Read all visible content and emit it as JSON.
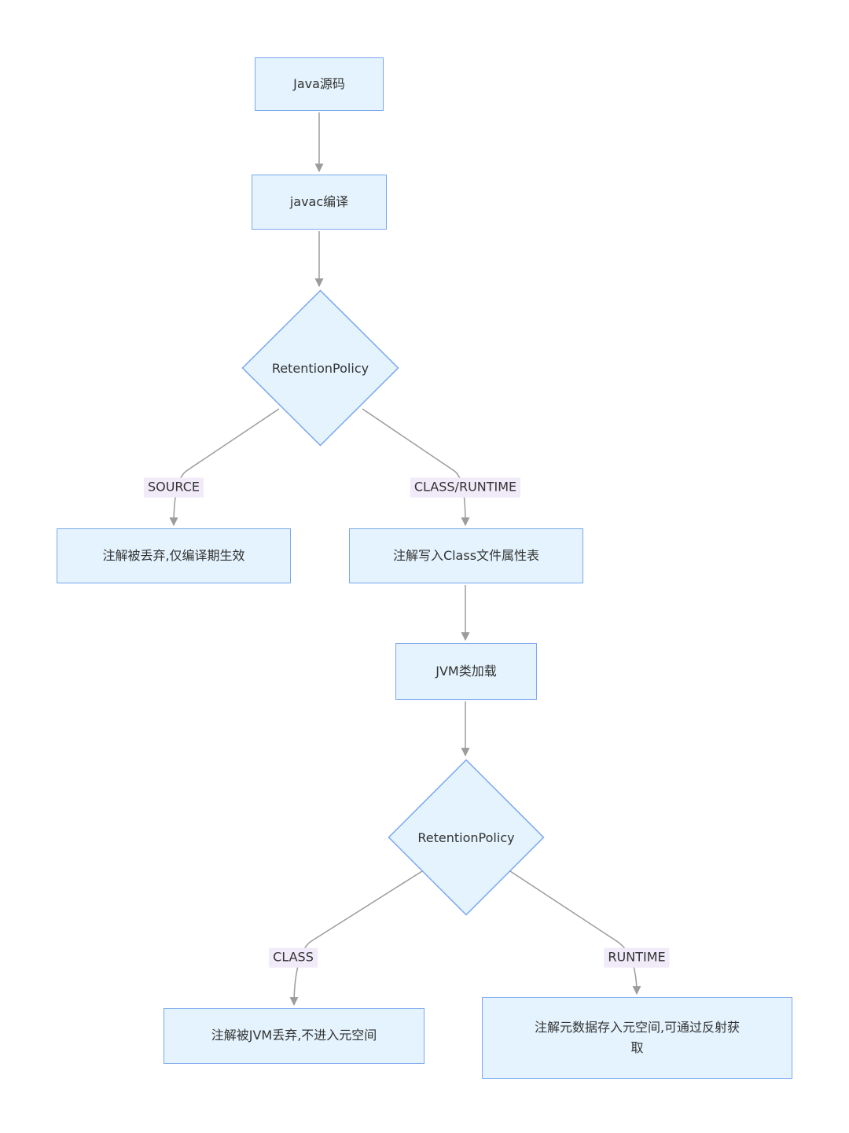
{
  "diagram": {
    "nodes": {
      "java_source": "Java源码",
      "javac_compile": "javac编译",
      "retention_decision_1": "RetentionPolicy",
      "source_result": "注解被丢弃,仅编译期生效",
      "class_file_result": "注解写入Class文件属性表",
      "jvm_class_load": "JVM类加载",
      "retention_decision_2": "RetentionPolicy",
      "class_result": "注解被JVM丢弃,不进入元空间",
      "runtime_result": "注解元数据存入元空间,可通过反射获\n取"
    },
    "edge_labels": {
      "source": "SOURCE",
      "class_runtime": "CLASS/RUNTIME",
      "class": "CLASS",
      "runtime": "RUNTIME"
    },
    "colors": {
      "node_fill": "#e4f3fd",
      "node_border": "#7aa7ef",
      "edge": "#9c9c9c",
      "edge_label_bg": "#f0eaf9",
      "text": "#333333"
    }
  }
}
